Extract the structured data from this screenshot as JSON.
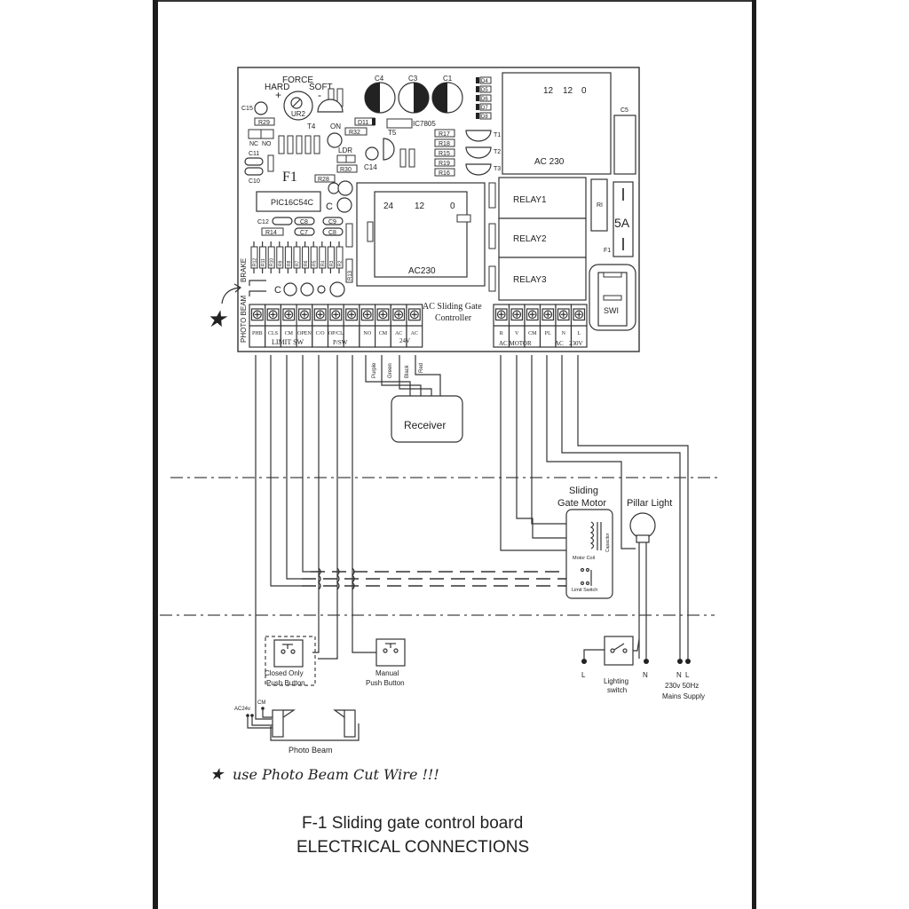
{
  "document": {
    "title_line1": "F-1 Sliding gate control board",
    "title_line2": "ELECTRICAL CONNECTIONS",
    "handwritten_note": "use Photo Beam Cut Wire !!!",
    "star_marker": "★"
  },
  "board": {
    "name_line1": "AC Sliding Gate",
    "name_line2": "Controller",
    "force_adjust": {
      "label": "FORCE",
      "hard": "HARD",
      "soft": "SOFT",
      "plus": "+",
      "minus": "-",
      "pot": "UR2"
    },
    "microcontroller": "PIC16C54C",
    "regulator": "IC7805",
    "fuse": {
      "rating": "5A",
      "label": "F1"
    },
    "switch": "SWI",
    "varistor": "RI",
    "transformer_main": {
      "taps": [
        "24",
        "12",
        "0"
      ],
      "input": "AC230"
    },
    "transformer_aux": {
      "taps": [
        "12",
        "12",
        "0"
      ],
      "input": "AC 230"
    },
    "relays": [
      "RELAY1",
      "RELAY2",
      "RELAY3"
    ],
    "capacitors_large": [
      "C4",
      "C3",
      "C1"
    ],
    "capacitors_small": [
      "C15",
      "C14",
      "C11",
      "C10",
      "C12",
      "C8",
      "C9",
      "C7",
      "C8",
      "C5"
    ],
    "diodes": [
      "D4",
      "D5",
      "D6",
      "D7",
      "D8",
      "D11"
    ],
    "transistors": [
      "T1",
      "T2",
      "T3",
      "T4",
      "T5"
    ],
    "resistors_top": [
      "R29",
      "R32",
      "R30",
      "R28",
      "R14",
      "R17",
      "R18",
      "R15",
      "R19",
      "R16"
    ],
    "resistors_row": [
      "R12",
      "R11",
      "R10",
      "R9",
      "R8",
      "R7",
      "R6",
      "R5",
      "R4",
      "R3",
      "R2"
    ],
    "resistor_r13": "R13",
    "jumper": [
      "NC",
      "NO"
    ],
    "ldr": "LDR",
    "led": "ON",
    "f1_marking": "F1",
    "side_labels": {
      "brake": "BRAKE",
      "photo_beam": "PHOTO BEAM"
    },
    "cap_c_label": "C"
  },
  "terminals_left": [
    {
      "label": "PHB"
    },
    {
      "label": "CLS"
    },
    {
      "label": "CM"
    },
    {
      "label": "OPEN"
    },
    {
      "label": "C/O"
    },
    {
      "label": "OP/CL"
    },
    {
      "label": ""
    },
    {
      "label": "NO"
    },
    {
      "label": "CM"
    },
    {
      "label": "AC"
    },
    {
      "label": "AC"
    }
  ],
  "terminal_groups_left": {
    "limit_sw": "LIMIT SW",
    "p_sw": "P/SW",
    "ac24v": "24V"
  },
  "terminals_right": [
    {
      "label": "R"
    },
    {
      "label": "V"
    },
    {
      "label": "CM"
    },
    {
      "label": "PL"
    },
    {
      "label": "N"
    },
    {
      "label": "L"
    }
  ],
  "terminal_groups_right": {
    "ac_motor": "AC MOTOR",
    "ac": "AC",
    "v230": "230V"
  },
  "receiver": {
    "label": "Receiver",
    "wires": [
      "Purple",
      "Green",
      "Black",
      "Red"
    ]
  },
  "motor": {
    "title_line1": "Sliding",
    "title_line2": "Gate Motor",
    "coil": "Motor Coil",
    "capacitor": "Capacitor",
    "limit_switch": "Limit Switch"
  },
  "pillar_light": {
    "label": "Pillar Light"
  },
  "lighting_switch": {
    "label_line1": "Lighting",
    "label_line2": "switch",
    "l": "L",
    "n": "N"
  },
  "mains": {
    "n": "N",
    "l": "L",
    "line1": "230v  50Hz",
    "line2": "Mains Supply"
  },
  "push_buttons": {
    "closed_only_line1": "Closed Only",
    "closed_only_line2": "Push Button",
    "manual_line1": "Manual",
    "manual_line2": "Push Button"
  },
  "photo_beam": {
    "label": "Photo Beam",
    "ac24v": "AC24v",
    "cm": "CM"
  }
}
